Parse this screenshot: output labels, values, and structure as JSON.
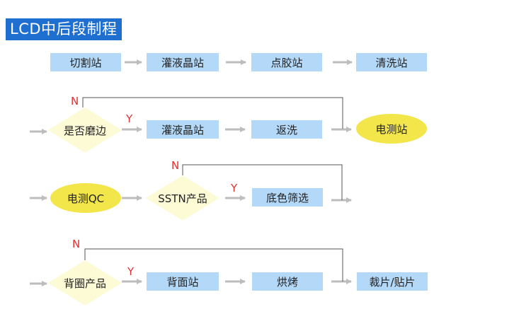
{
  "title": "LCD中后段制程",
  "colors": {
    "title_bg": "#1f6fd0",
    "box": "#b3d8f8",
    "ellipse": "#f2e64a",
    "diamond": "#fdfbd6",
    "arrow": "#bdbdbd",
    "line": "#555555",
    "yn": "#e03030"
  },
  "row1": {
    "cut": "切割站",
    "inject": "灌液晶站",
    "glue": "点胶站",
    "clean": "清洗站"
  },
  "row2": {
    "decision": "是否磨边",
    "yes": "Y",
    "no": "N",
    "inject": "灌液晶站",
    "rewash": "返洗",
    "test": "电测站"
  },
  "row3": {
    "test_qc": "电测QC",
    "decision": "SSTN产品",
    "yes": "Y",
    "no": "N",
    "filter": "底色筛选"
  },
  "row4": {
    "decision": "背圈产品",
    "yes": "Y",
    "no": "N",
    "back": "背面站",
    "bake": "烘烤",
    "cut_stick": "裁片/贴片"
  }
}
